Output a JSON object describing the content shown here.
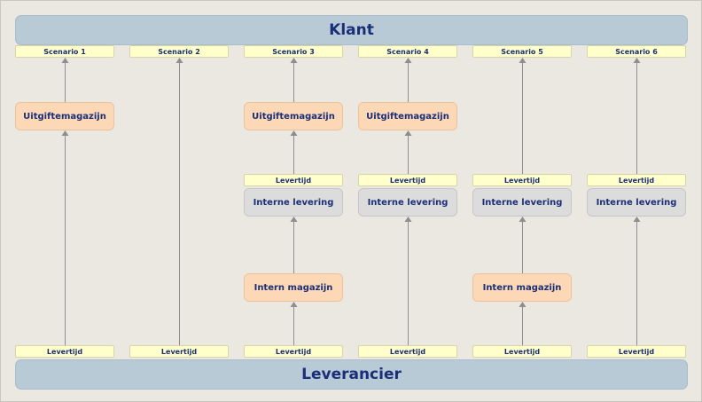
{
  "top_bar": "Klant",
  "bottom_bar": "Leverancier",
  "scenarios": [
    {
      "label": "Scenario 1",
      "bottom_tag": "Levertijd",
      "nodes": [
        {
          "type": "uitgifte",
          "label": "Uitgiftemagazijn"
        }
      ]
    },
    {
      "label": "Scenario 2",
      "bottom_tag": "Levertijd",
      "nodes": []
    },
    {
      "label": "Scenario 3",
      "bottom_tag": "Levertijd",
      "nodes": [
        {
          "type": "uitgifte",
          "label": "Uitgiftemagazijn"
        },
        {
          "type": "intern_levering",
          "label": "Interne levering",
          "tag": "Levertijd"
        },
        {
          "type": "intern_magazijn",
          "label": "Intern magazijn"
        }
      ]
    },
    {
      "label": "Scenario 4",
      "bottom_tag": "Levertijd",
      "nodes": [
        {
          "type": "uitgifte",
          "label": "Uitgiftemagazijn"
        },
        {
          "type": "intern_levering",
          "label": "Interne levering",
          "tag": "Levertijd"
        }
      ]
    },
    {
      "label": "Scenario 5",
      "bottom_tag": "Levertijd",
      "nodes": [
        {
          "type": "intern_levering",
          "label": "Interne levering",
          "tag": "Levertijd"
        },
        {
          "type": "intern_magazijn",
          "label": "Intern magazijn"
        }
      ]
    },
    {
      "label": "Scenario 6",
      "bottom_tag": "Levertijd",
      "nodes": [
        {
          "type": "intern_levering",
          "label": "Interne levering",
          "tag": "Levertijd"
        }
      ]
    }
  ],
  "colors": {
    "bar": "#b7cad6",
    "tag": "#ffffcc",
    "warehouse_node": "#fdd8b6",
    "delivery_node": "#dcdcdc",
    "text": "#1b2f78",
    "arrow": "#8e8e8e"
  }
}
